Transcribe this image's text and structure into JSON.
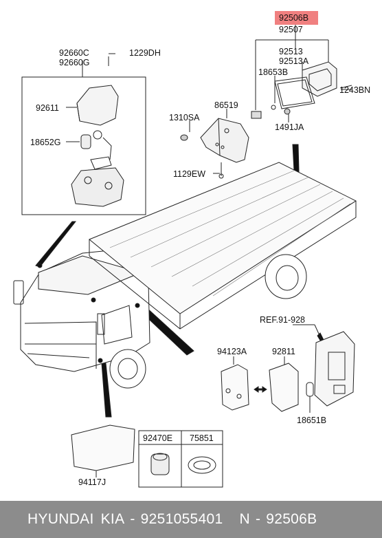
{
  "labels": {
    "p92506B": "92506B",
    "p92507": "92507",
    "p92513": "92513",
    "p92513A": "92513A",
    "p18653B": "18653B",
    "p1243BN": "1243BN",
    "p1491JA": "1491JA",
    "p86519": "86519",
    "p1310SA": "1310SA",
    "p1129EW": "1129EW",
    "p92660C": "92660C",
    "p92660G": "92660G",
    "p1229DH": "1229DH",
    "p92611": "92611",
    "p18652G": "18652G",
    "ref": "REF.91-928",
    "p94123A": "94123A",
    "p92811": "92811",
    "p18651B": "18651B",
    "p92470E": "92470E",
    "p75851": "75851",
    "p94117J": "94117J"
  },
  "footer": {
    "brand": "HYUNDAI",
    "brand2": "KIA",
    "sep": "-",
    "part_number": "9251055401",
    "n_label": "N",
    "n_sep": "-",
    "n_value": "92506B"
  },
  "colors": {
    "highlight": "#f08080",
    "footer_bg": "#8c8c8c",
    "line": "#222222"
  }
}
